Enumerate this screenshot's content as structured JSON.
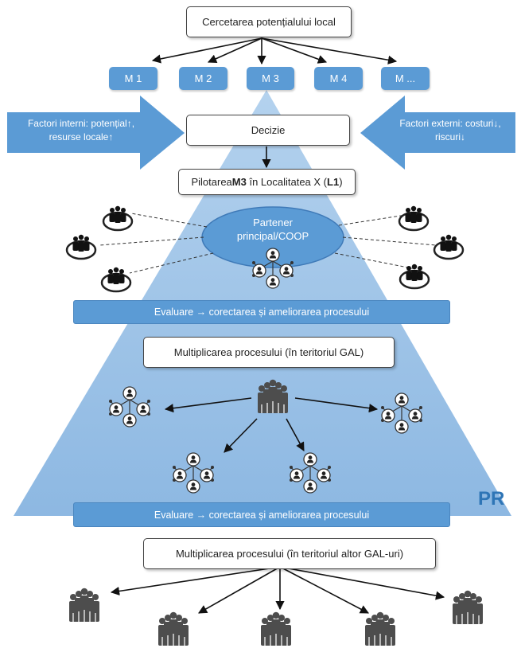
{
  "top_box": "Cercetarea potențialului local",
  "models": [
    "M 1",
    "M 2",
    "M 3",
    "M 4",
    "M ..."
  ],
  "decision": "Decizie",
  "internal_factors": {
    "line1": "Factori interni: potențial↑,",
    "line2": "resurse locale↑"
  },
  "external_factors": {
    "line1": "Factori externi: costuri↓,",
    "line2": "riscuri↓"
  },
  "pilot": {
    "prefix": "Pilotarea ",
    "model": "M3",
    "middle": " în Localitatea X (",
    "loc": "L1",
    "suffix": ")"
  },
  "partner": {
    "line1": "Partener",
    "line2": "principal/COOP"
  },
  "evaluation_1": "Evaluare → corectarea și ameliorarea procesului",
  "multiply_gal": "Multiplicarea procesului (în teritoriul GAL)",
  "evaluation_2": "Evaluare → corectarea și ameliorarea procesului",
  "multiply_other": "Multiplicarea procesului (în teritoriul altor GAL-uri)",
  "pr_label": "PR",
  "colors": {
    "accent_blue": "#5b9bd5",
    "pyramid_blue": "#9dc3e6",
    "pr_text": "#2e75b6",
    "ellipse_fill": "#5b9bd5"
  },
  "icons": [
    "people-group-icon",
    "network-icon",
    "team-circle-icon"
  ]
}
